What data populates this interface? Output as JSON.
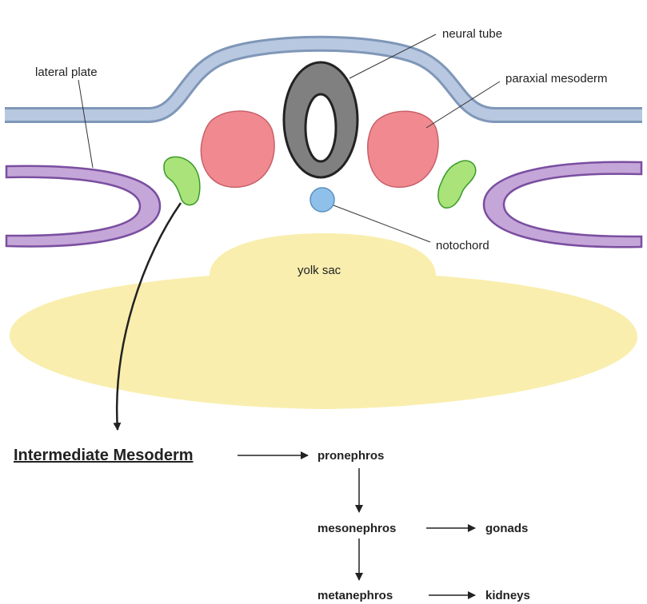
{
  "labels": {
    "neural_tube": "neural tube",
    "lateral_plate": "lateral plate",
    "paraxial_mesoderm": "paraxial mesoderm",
    "notochord": "notochord",
    "yolk_sac": "yolk sac"
  },
  "flow": {
    "heading": "Intermediate Mesoderm",
    "pronephros": "pronephros",
    "mesonephros": "mesonephros",
    "metanephros": "metanephros",
    "gonads": "gonads",
    "kidneys": "kidneys"
  },
  "colors": {
    "ectoderm": "#b8c8e0",
    "ectoderm_stroke": "#7f97b8",
    "neural_tube": "#808080",
    "paraxial": "#f08a90",
    "intermediate": "#a9e37a",
    "lateral_plate": "#c5a6d8",
    "lateral_plate_stroke": "#7a4ea0",
    "notochord": "#8fc0ea",
    "yolk": "#f9eeae"
  }
}
